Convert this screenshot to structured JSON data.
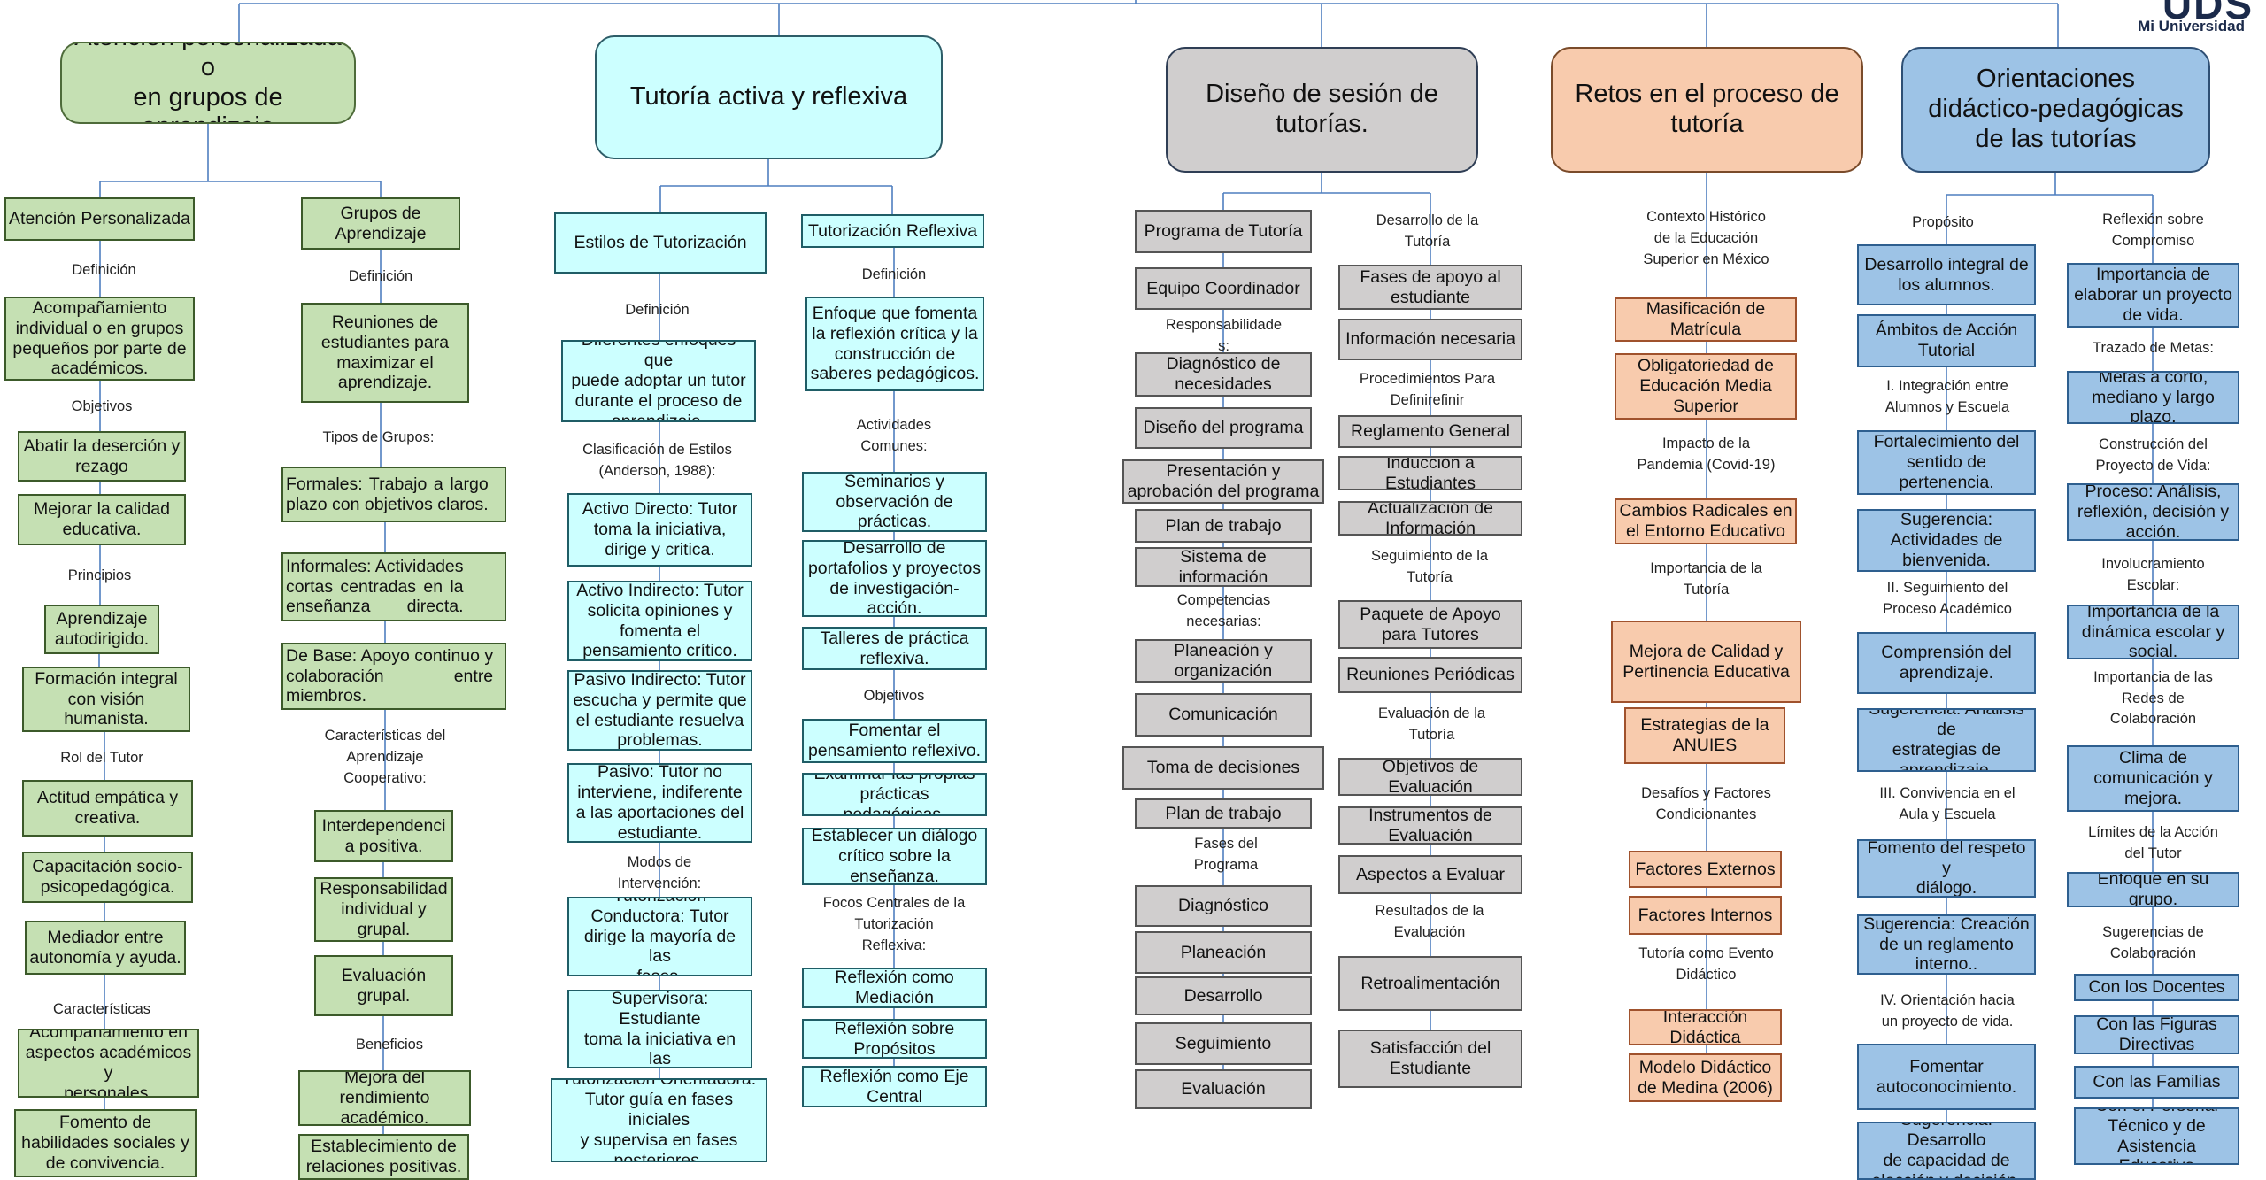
{
  "logo": {
    "brand": "UDS",
    "sub": "Mi Universidad"
  },
  "columns": [
    {
      "key": "c1",
      "title": "Atención personalizada o\nen grupos de aprendizaje",
      "color": "green",
      "nodes": [
        {
          "id": "c1-n1",
          "text": "Atención Personalizada"
        },
        {
          "id": "c1-n2",
          "text": "Grupos de\nAprendizaje"
        },
        {
          "id": "c1-l1",
          "text": "Definición"
        },
        {
          "id": "c1-l2",
          "text": "Definición"
        },
        {
          "id": "c1-n3",
          "text": "Acompañamiento\nindividual o en grupos\npequeños por parte de\nacadémicos."
        },
        {
          "id": "c1-n4",
          "text": "Reuniones de\nestudiantes para\nmaximizar el\naprendizaje."
        },
        {
          "id": "c1-l3",
          "text": "Objetivos"
        },
        {
          "id": "c1-l4",
          "text": "Tipos de Grupos:"
        },
        {
          "id": "c1-n5",
          "text": "Abatir la deserción y\nrezago"
        },
        {
          "id": "c1-n6",
          "text": "Formales: Trabajo a largo\nplazo con objetivos claros."
        },
        {
          "id": "c1-n7",
          "text": "Mejorar la calidad\neducativa."
        },
        {
          "id": "c1-n8",
          "text": "Informales: Actividades\ncortas centradas en la\nenseñanza directa."
        },
        {
          "id": "c1-l5",
          "text": "Principios"
        },
        {
          "id": "c1-n9",
          "text": "Aprendizaje\nautodirigido."
        },
        {
          "id": "c1-n10",
          "text": "De Base: Apoyo continuo y\ncolaboración entre\nmiembros."
        },
        {
          "id": "c1-n11",
          "text": "Formación integral\ncon visión\nhumanista."
        },
        {
          "id": "c1-l6",
          "text": "Características del\nAprendizaje\nCooperativo:"
        },
        {
          "id": "c1-l7",
          "text": "Rol del Tutor"
        },
        {
          "id": "c1-n12",
          "text": "Actitud empática y\ncreativa."
        },
        {
          "id": "c1-n13",
          "text": "Interdependenci\na positiva."
        },
        {
          "id": "c1-n14",
          "text": "Capacitación socio-\npsicopedagógica."
        },
        {
          "id": "c1-n15",
          "text": "Responsabilidad\nindividual y\ngrupal."
        },
        {
          "id": "c1-n16",
          "text": "Mediador entre\nautonomía y ayuda."
        },
        {
          "id": "c1-n17",
          "text": "Evaluación\ngrupal."
        },
        {
          "id": "c1-l8",
          "text": "Características"
        },
        {
          "id": "c1-l9",
          "text": "Beneficios"
        },
        {
          "id": "c1-n18",
          "text": "Acompañamiento en\naspectos académicos y\npersonales."
        },
        {
          "id": "c1-n19",
          "text": "Mejora del\nrendimiento\nacadémico."
        },
        {
          "id": "c1-n20",
          "text": "Fomento de\nhabilidades sociales y\nde convivencia."
        },
        {
          "id": "c1-n21",
          "text": "Establecimiento de\nrelaciones positivas."
        }
      ]
    },
    {
      "key": "c2",
      "title": "Tutoría activa y reflexiva",
      "color": "cyan",
      "nodes": [
        {
          "id": "c2-n1",
          "text": "Estilos de Tutorización"
        },
        {
          "id": "c2-n2",
          "text": "Tutorización Reflexiva"
        },
        {
          "id": "c2-l1",
          "text": "Definición"
        },
        {
          "id": "c2-l2",
          "text": "Definición"
        },
        {
          "id": "c2-n3",
          "text": "Diferentes enfoques que\npuede adoptar un tutor\ndurante el proceso de\naprendizaje."
        },
        {
          "id": "c2-n4",
          "text": "Enfoque que fomenta\nla reflexión crítica y la\nconstrucción de\nsaberes pedagógicos."
        },
        {
          "id": "c2-l3",
          "text": "Actividades\nComunes:"
        },
        {
          "id": "c2-l4",
          "text": "Clasificación de Estilos\n(Anderson, 1988):"
        },
        {
          "id": "c2-n5",
          "text": "Seminarios y\nobservación de\nprácticas."
        },
        {
          "id": "c2-n6",
          "text": "Activo Directo: Tutor\ntoma la iniciativa,\ndirige y critica."
        },
        {
          "id": "c2-n7",
          "text": "Desarrollo de\nportafolios y proyectos\nde investigación-\nacción."
        },
        {
          "id": "c2-n8",
          "text": "Activo Indirecto: Tutor\nsolicita opiniones y\nfomenta el\npensamiento crítico."
        },
        {
          "id": "c2-n9",
          "text": "Talleres de práctica\nreflexiva."
        },
        {
          "id": "c2-n10",
          "text": "Pasivo Indirecto: Tutor\nescucha y permite que\nel estudiante resuelva\nproblemas."
        },
        {
          "id": "c2-l5",
          "text": "Objetivos"
        },
        {
          "id": "c2-n11",
          "text": "Fomentar el\npensamiento reflexivo."
        },
        {
          "id": "c2-n12",
          "text": "Pasivo: Tutor no\ninterviene, indiferente\na las aportaciones del\nestudiante."
        },
        {
          "id": "c2-n13",
          "text": "Examinar las propias\nprácticas pedagógicas."
        },
        {
          "id": "c2-n14",
          "text": "Establecer un diálogo\ncrítico sobre la\nenseñanza."
        },
        {
          "id": "c2-l6",
          "text": "Modos de\nIntervención:"
        },
        {
          "id": "c2-l7",
          "text": "Focos Centrales de la\nTutorización\nReflexiva:"
        },
        {
          "id": "c2-n15",
          "text": "Tutorización\nConductora: Tutor\ndirige la mayoría de las\nfases."
        },
        {
          "id": "c2-n16",
          "text": "Reflexión como\nMediación"
        },
        {
          "id": "c2-n17",
          "text": "Tutorización\nSupervisora: Estudiante\ntoma la iniciativa en las\nfases."
        },
        {
          "id": "c2-n18",
          "text": "Reflexión sobre\nPropósitos"
        },
        {
          "id": "c2-n19",
          "text": "Reflexión como Eje\nCentral"
        },
        {
          "id": "c2-n20",
          "text": "Tutorización Orientadora:\nTutor guía en fases iniciales\ny supervisa en fases\nposteriores."
        }
      ]
    },
    {
      "key": "c3",
      "title": "Diseño de sesión de\ntutorías.",
      "color": "gray",
      "nodes": [
        {
          "id": "c3-l1",
          "text": "Desarrollo de la\nTutoría"
        },
        {
          "id": "c3-n1",
          "text": "Programa de Tutoría"
        },
        {
          "id": "c3-n2",
          "text": "Fases de apoyo al\nestudiante"
        },
        {
          "id": "c3-n3",
          "text": "Equipo Coordinador"
        },
        {
          "id": "c3-n4",
          "text": "Información necesaria"
        },
        {
          "id": "c3-l2",
          "text": "Responsabilidade\ns:"
        },
        {
          "id": "c3-n5",
          "text": "Diagnóstico de\nnecesidades"
        },
        {
          "id": "c3-l3",
          "text": "Procedimientos Para\nDefinirefinir"
        },
        {
          "id": "c3-n6",
          "text": "Diseño del programa"
        },
        {
          "id": "c3-n7",
          "text": "Reglamento General"
        },
        {
          "id": "c3-n8",
          "text": "Presentación y\naprobación del programa"
        },
        {
          "id": "c3-n9",
          "text": "Inducción a Estudiantes"
        },
        {
          "id": "c3-n10",
          "text": "Actualización de\nInformación"
        },
        {
          "id": "c3-n11",
          "text": "Plan de trabajo"
        },
        {
          "id": "c3-n12",
          "text": "Sistema de\ninformación"
        },
        {
          "id": "c3-l4",
          "text": "Seguimiento de la\nTutoría"
        },
        {
          "id": "c3-l5",
          "text": "Competencias\nnecesarias:"
        },
        {
          "id": "c3-n13",
          "text": "Paquete de Apoyo\npara Tutores"
        },
        {
          "id": "c3-n14",
          "text": "Planeación y\norganización"
        },
        {
          "id": "c3-n15",
          "text": "Reuniones Periódicas"
        },
        {
          "id": "c3-n16",
          "text": "Comunicación"
        },
        {
          "id": "c3-l6",
          "text": "Evaluación de la\nTutoría"
        },
        {
          "id": "c3-n17",
          "text": "Toma de decisiones"
        },
        {
          "id": "c3-n18",
          "text": "Objetivos de\nEvaluación"
        },
        {
          "id": "c3-n19",
          "text": "Plan de trabajo"
        },
        {
          "id": "c3-n20",
          "text": "Instrumentos de\nEvaluación"
        },
        {
          "id": "c3-l7",
          "text": "Fases del\nPrograma"
        },
        {
          "id": "c3-n21",
          "text": "Aspectos a Evaluar"
        },
        {
          "id": "c3-n22",
          "text": "Diagnóstico"
        },
        {
          "id": "c3-l8",
          "text": "Resultados de la\nEvaluación"
        },
        {
          "id": "c3-n23",
          "text": "Planeación"
        },
        {
          "id": "c3-n24",
          "text": "Retroalimentación"
        },
        {
          "id": "c3-n25",
          "text": "Desarrollo"
        },
        {
          "id": "c3-n26",
          "text": "Seguimiento"
        },
        {
          "id": "c3-n27",
          "text": "Satisfacción del\nEstudiante"
        },
        {
          "id": "c3-n28",
          "text": "Evaluación"
        }
      ]
    },
    {
      "key": "c4",
      "title": "Retos en el proceso de\ntutoría",
      "color": "orange",
      "nodes": [
        {
          "id": "c4-l1",
          "text": "Contexto Histórico\nde la Educación\nSuperior en México"
        },
        {
          "id": "c4-n1",
          "text": "Masificación de\nMatrícula"
        },
        {
          "id": "c4-n2",
          "text": "Obligatoriedad de\nEducación Media\nSuperior"
        },
        {
          "id": "c4-l2",
          "text": "Impacto de la\nPandemia (Covid-19)"
        },
        {
          "id": "c4-n3",
          "text": "Cambios Radicales en\nel Entorno Educativo"
        },
        {
          "id": "c4-l3",
          "text": "Importancia de la\nTutoría"
        },
        {
          "id": "c4-n4",
          "text": "Mejora de Calidad y\nPertinencia Educativa"
        },
        {
          "id": "c4-n5",
          "text": "Estrategias de la\nANUIES"
        },
        {
          "id": "c4-l4",
          "text": "Desafíos y Factores\nCondicionantes"
        },
        {
          "id": "c4-n6",
          "text": "Factores Externos"
        },
        {
          "id": "c4-n7",
          "text": "Factores Internos"
        },
        {
          "id": "c4-l5",
          "text": "Tutoría como Evento\nDidáctico"
        },
        {
          "id": "c4-n8",
          "text": "Interacción\nDidáctica"
        },
        {
          "id": "c4-n9",
          "text": "Modelo Didáctico\nde Medina (2006)"
        }
      ]
    },
    {
      "key": "c5",
      "title": "Orientaciones\ndidáctico-pedagógicas\nde las tutorías",
      "color": "blue",
      "nodes": [
        {
          "id": "c5-l1",
          "text": "Propósito"
        },
        {
          "id": "c5-l2",
          "text": "Reflexión sobre\nCompromiso"
        },
        {
          "id": "c5-n1",
          "text": "Desarrollo integral de\nlos alumnos."
        },
        {
          "id": "c5-n2",
          "text": "Importancia de\nelaborar un proyecto\nde vida."
        },
        {
          "id": "c5-n3",
          "text": "Ámbitos de Acción\nTutorial"
        },
        {
          "id": "c5-l3",
          "text": "Trazado de Metas:"
        },
        {
          "id": "c5-l4",
          "text": "I. Integración entre\nAlumnos y Escuela"
        },
        {
          "id": "c5-n4",
          "text": "Metas a corto,\nmediano y largo plazo."
        },
        {
          "id": "c5-l5",
          "text": "Construcción del\nProyecto de Vida:"
        },
        {
          "id": "c5-n5",
          "text": "Fortalecimiento del\nsentido de\npertenencia."
        },
        {
          "id": "c5-n6",
          "text": "Proceso: Análisis,\nreflexión, decisión y\nacción."
        },
        {
          "id": "c5-n7",
          "text": "Sugerencia:\nActividades de\nbienvenida."
        },
        {
          "id": "c5-l6",
          "text": "Involucramiento\nEscolar:"
        },
        {
          "id": "c5-l7",
          "text": "II. Seguimiento del\nProceso Académico"
        },
        {
          "id": "c5-n8",
          "text": "Importancia de la\ndinámica escolar y\nsocial."
        },
        {
          "id": "c5-n9",
          "text": "Comprensión del\naprendizaje."
        },
        {
          "id": "c5-l8",
          "text": "Importancia de las\nRedes de\nColaboración"
        },
        {
          "id": "c5-n10",
          "text": "Sugerencia: Análisis de\nestrategias de\naprendizaje."
        },
        {
          "id": "c5-n11",
          "text": "Clima de\ncomunicación y\nmejora."
        },
        {
          "id": "c5-l9",
          "text": "III. Convivencia en el\nAula y Escuela"
        },
        {
          "id": "c5-l10",
          "text": "Límites de la Acción\ndel Tutor"
        },
        {
          "id": "c5-n12",
          "text": "Fomento del respeto y\ndiálogo."
        },
        {
          "id": "c5-n13",
          "text": "Enfoque en su grupo."
        },
        {
          "id": "c5-n14",
          "text": "Sugerencia: Creación\nde un reglamento\ninterno.."
        },
        {
          "id": "c5-l11",
          "text": "Sugerencias de\nColaboración"
        },
        {
          "id": "c5-n15",
          "text": "Con los Docentes"
        },
        {
          "id": "c5-l12",
          "text": "IV. Orientación hacia\nun proyecto de vida."
        },
        {
          "id": "c5-n16",
          "text": "Con las Figuras\nDirectivas"
        },
        {
          "id": "c5-n17",
          "text": "Fomentar\nautoconocimiento."
        },
        {
          "id": "c5-n18",
          "text": "Con las Familias"
        },
        {
          "id": "c5-n19",
          "text": "Con el Personal\nTécnico y de Asistencia\nEducativa"
        },
        {
          "id": "c5-n20",
          "text": "Sugerencia: Desarrollo\nde capacidad de\nelección y decisión."
        }
      ]
    }
  ]
}
